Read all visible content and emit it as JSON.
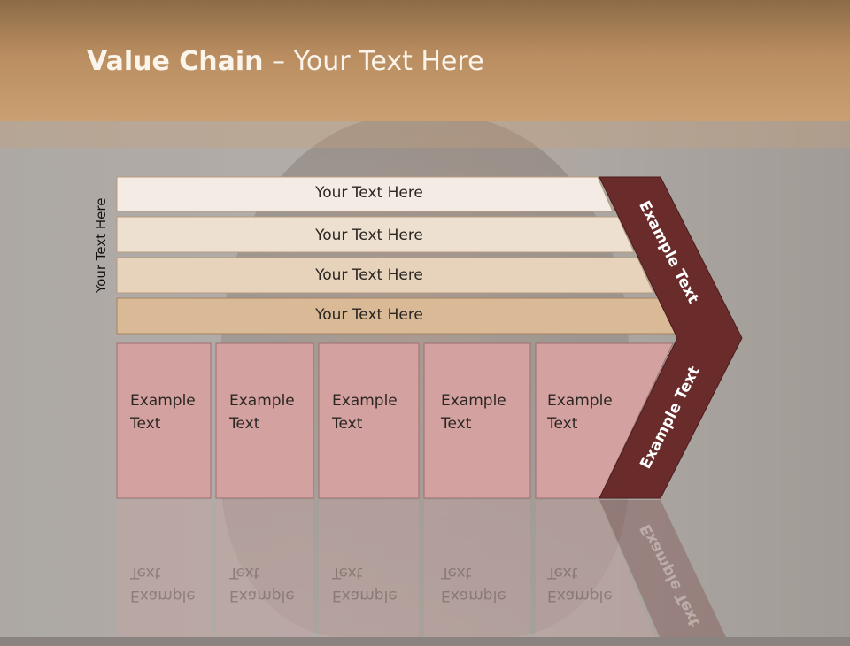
{
  "title": {
    "bold": "Value Chain",
    "rest": " – Your Text Here"
  },
  "side_label": "Your Text Here",
  "rows": [
    {
      "label": "Your Text Here",
      "color": "#f4ece4"
    },
    {
      "label": "Your Text Here",
      "color": "#eee0d0"
    },
    {
      "label": "Your Text Here",
      "color": "#e7d3bc"
    },
    {
      "label": "Your Text Here",
      "color": "#d9b996"
    }
  ],
  "cells": [
    {
      "line1": "Example",
      "line2": "Text"
    },
    {
      "line1": "Example",
      "line2": "Text"
    },
    {
      "line1": "Example",
      "line2": "Text"
    },
    {
      "line1": "Example",
      "line2": "Text"
    },
    {
      "line1": "Example",
      "line2": "Text"
    }
  ],
  "chevron": {
    "top_label": "Example Text",
    "bottom_label": "Example Text"
  },
  "colors": {
    "cell": "#d4a1a1",
    "chevron": "#6a2b2b",
    "header": "#c49a6c",
    "title": "#fbf4ea"
  }
}
